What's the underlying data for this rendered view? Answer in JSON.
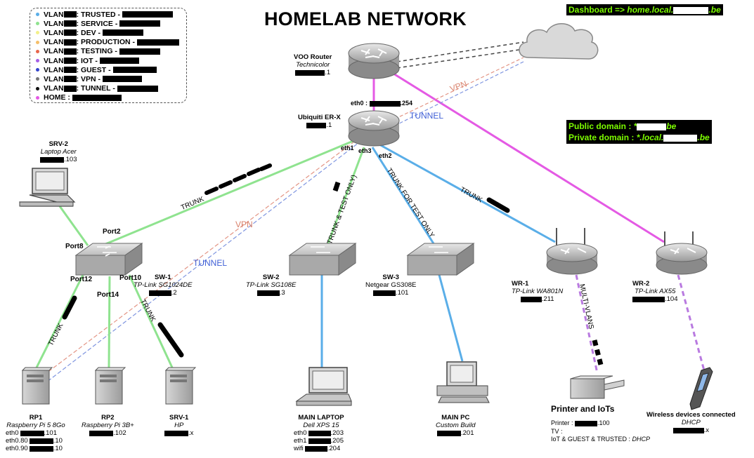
{
  "title": "HOMELAB NETWORK",
  "dashboard": {
    "label": "Dashboard => ",
    "domain_prefix": "home.local.",
    "domain_suffix": ".be"
  },
  "domains": {
    "public_label": "Public domain : ",
    "public_prefix": "*",
    "public_suffix": "be",
    "private_label": "Private domain : ",
    "private_prefix": "*.local.",
    "private_suffix": ".be"
  },
  "legend": {
    "items": [
      {
        "prefix": "VLAN",
        "text": ": TRUSTED - ",
        "color": "#5aaee8"
      },
      {
        "prefix": "VLAN",
        "text": ": SERVICE - ",
        "color": "#8fe38f"
      },
      {
        "prefix": "VLAN",
        "text": ": DEV - ",
        "color": "#f3f08a"
      },
      {
        "prefix": "VLAN",
        "text": ": PRODUCTION - ",
        "color": "#f5bf6a"
      },
      {
        "prefix": "VLAN",
        "text": ": TESTING - ",
        "color": "#e8654a"
      },
      {
        "prefix": "VLAN",
        "text": ": IOT - ",
        "color": "#a55de6"
      },
      {
        "prefix": "VLAN",
        "text": ": GUEST - ",
        "color": "#3344cc"
      },
      {
        "prefix": "VLAN",
        "text": ": VPN - ",
        "color": "#777777"
      },
      {
        "prefix": "VLAN",
        "text": ": TUNNEL - ",
        "color": "#111111"
      },
      {
        "prefix": "HOME",
        "text": " : ",
        "color": "#e45ae4"
      }
    ]
  },
  "router": {
    "name": "VOO Router",
    "model": "Technicolor",
    "ip_suffix": "1"
  },
  "erx": {
    "name": "Ubiquiti ER-X",
    "ip_suffix": "1",
    "eth0_label": "eth0 : ",
    "eth0_suffix": "254",
    "eth1": "eth1",
    "eth2": "eth2",
    "eth3": "eth3"
  },
  "srv2": {
    "name": "SRV-2",
    "model": "Laptop Acer",
    "ip_suffix": "103"
  },
  "sw1": {
    "name": "SW-1",
    "model": "TP-Link SG1024DE",
    "ip_suffix": "2",
    "port2": "Port2",
    "port8": "Port8",
    "port12": "Port12",
    "port10": "Port10",
    "port14": "Port14"
  },
  "sw2": {
    "name": "SW-2",
    "model": "TP-Link SG108E",
    "ip_suffix": "3"
  },
  "sw3": {
    "name": "SW-3",
    "model": "Netgear GS308E",
    "ip_suffix": "101"
  },
  "wr1": {
    "name": "WR-1",
    "model": "TP-Link WA801N",
    "ip_suffix": "211"
  },
  "wr2": {
    "name": "WR-2",
    "model": "TP-Link AX55",
    "ip_suffix": "104"
  },
  "rp1": {
    "name": "RP1",
    "model": "Raspberry Pi 5 8Go",
    "ifaces": [
      {
        "if": "eth0",
        "suffix": "101"
      },
      {
        "if": "eth0.80",
        "suffix": "10"
      },
      {
        "if": "eth0.90",
        "suffix": "10"
      }
    ]
  },
  "rp2": {
    "name": "RP2",
    "model": "Raspberry Pi 3B+",
    "ip_suffix": "102"
  },
  "srv1": {
    "name": "SRV-1",
    "model": "HP",
    "ip_suffix": "x"
  },
  "laptop": {
    "name": "MAIN LAPTOP",
    "model": "Dell XPS 15",
    "ifaces": [
      {
        "if": "eth0",
        "suffix": "203"
      },
      {
        "if": "eth1",
        "suffix": "205"
      },
      {
        "if": "wifi",
        "suffix": "204"
      }
    ]
  },
  "pc": {
    "name": "MAIN PC",
    "model": "Custom Build",
    "ip_suffix": "201"
  },
  "printer": {
    "title": "Printer and IoTs",
    "printer_label": "Printer : ",
    "printer_suffix": "100",
    "tv_label": "TV :",
    "iot_label": "IoT & GUEST & TRUSTED : ",
    "iot_value": "DHCP"
  },
  "wireless": {
    "title": "Wireless devices connected",
    "dhcp": "DHCP",
    "ip_suffix": "x"
  },
  "links": {
    "vpn": "VPN",
    "tunnel": "TUNNEL",
    "trunk": "TRUNK",
    "trunk_test": "TRUNK & TEST ONLY)",
    "trunk_for_test": "TRUNK FOR TEST ONLY",
    "multi_vlans": "MULTI-VLANS"
  },
  "colors": {
    "trusted": "#5aaee8",
    "service": "#8fe38f",
    "home": "#e45ae4",
    "iot": "#a55de6",
    "tunnel": "#3f5fd6",
    "vpn": "#d9826c"
  }
}
